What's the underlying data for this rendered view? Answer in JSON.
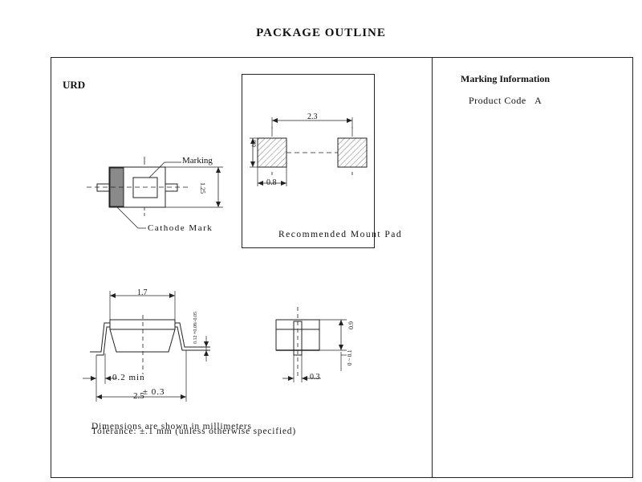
{
  "title": "PACKAGE OUTLINE",
  "package_name": "URD",
  "marking": {
    "heading": "Marking Information",
    "product_code_label": "Product Code",
    "product_code_value": "A"
  },
  "top_view": {
    "marking_label": "Marking",
    "cathode_label": "Cathode Mark",
    "height_dim": "1.25"
  },
  "mount_pad": {
    "caption": "Recommended Mount Pad",
    "pitch_dim": "2.3",
    "pad_height_dim": "0.8",
    "pad_width_dim": "0.8"
  },
  "side_view": {
    "body_width_dim": "1.7",
    "lead_min_dim": "0.2 min",
    "total_length_dim": "2.5",
    "total_length_tol": "± 0.3",
    "lead_thickness_dim": "0.12 +0.08/-0.05"
  },
  "end_view": {
    "height_dim": "0.9",
    "lead_width_dim": "0.3",
    "standoff_dim": "0 ~ 0.1"
  },
  "notes": {
    "line1": "Dimensions are shown in millimeters",
    "line2": "Tolerance: ±.1 mm (unless otherwise specified)"
  }
}
